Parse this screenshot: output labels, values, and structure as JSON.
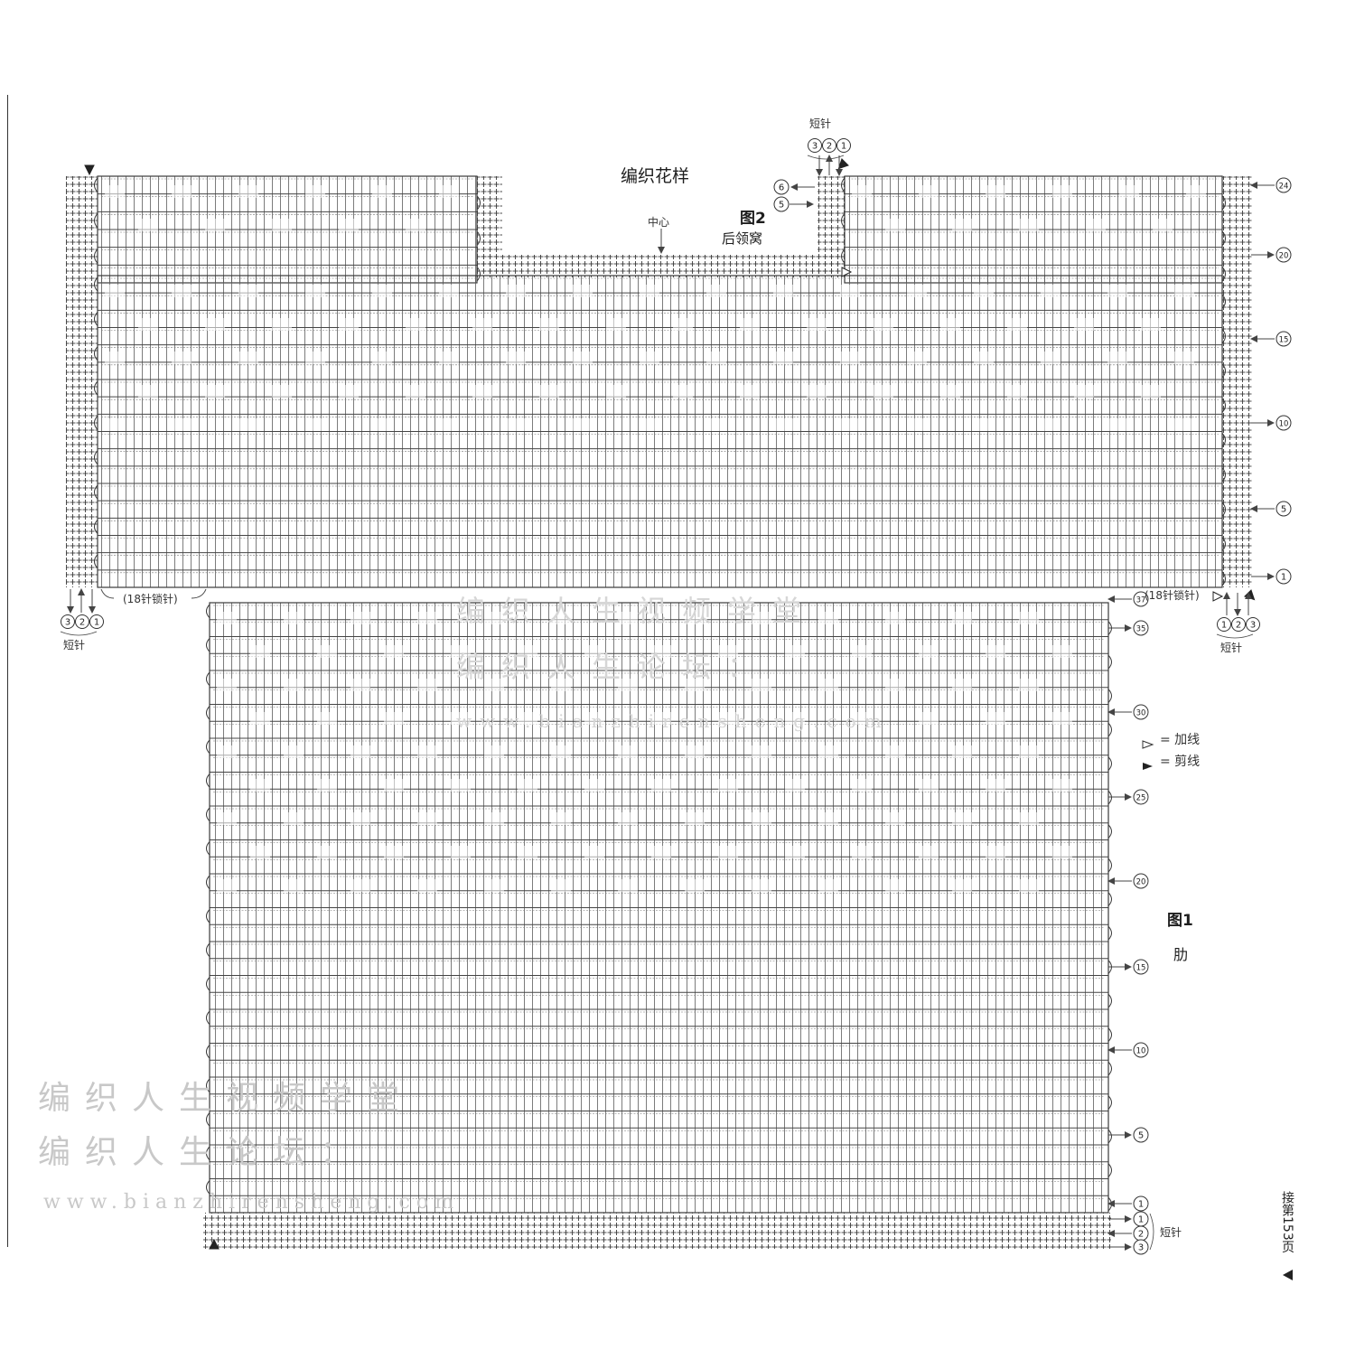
{
  "title": "编织花样",
  "figure2": {
    "label": "图2",
    "sublabel": "后领窝",
    "center_label": "中心"
  },
  "figure1": {
    "label": "图1",
    "sublabel": "肋"
  },
  "short_stitch_label": "短针",
  "chain_label": "(18针锁针)",
  "legend": {
    "add_yarn": "= 加线",
    "cut_yarn": "= 剪线"
  },
  "continue_note": "接第153页",
  "watermark": {
    "line1": "编织人生视频学堂",
    "line2": "编织人生论坛：",
    "url": "www.bianzhirensheng.com"
  },
  "upper_row_markers": [
    "24",
    "20",
    "15",
    "10",
    "5",
    "1"
  ],
  "lower_row_markers": [
    "37",
    "35",
    "30",
    "25",
    "20",
    "15",
    "10",
    "5",
    "1"
  ],
  "rib_row_markers": [
    "1",
    "2",
    "3"
  ],
  "short_stitch_numbers": [
    "3",
    "2",
    "1"
  ],
  "neck_row_markers": [
    "6",
    "5"
  ],
  "colors": {
    "ink": "#3a3a3a",
    "watermark": "#c8c8c8",
    "background": "#ffffff"
  }
}
